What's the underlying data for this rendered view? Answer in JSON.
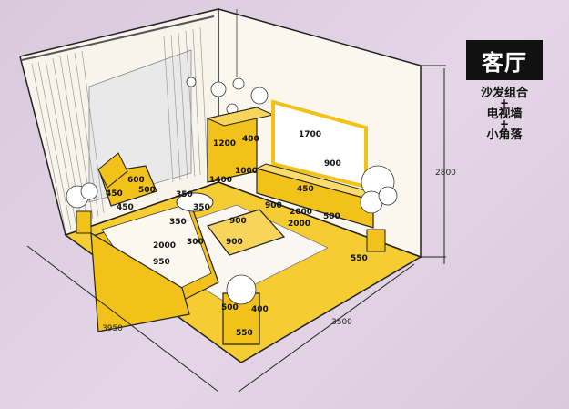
{
  "room": {
    "title": "客厅",
    "subtitle_1": "沙发组合",
    "plus_1": "+",
    "subtitle_2": "电视墙",
    "plus_2": "+",
    "subtitle_3": "小角落"
  },
  "dimensions": {
    "room_height": "2800",
    "room_width": "3500",
    "room_depth": "3950",
    "tv_width": "1700",
    "tv_height": "900",
    "cabinet_a": "1200",
    "cabinet_b": "400",
    "cabinet_c": "1000",
    "tv_console_width": "2000",
    "tv_console_depth": "450",
    "tv_console_height": "500",
    "walkway": "900",
    "coffee_table": "900",
    "sofa_length": "2000",
    "sofa_depth": "950",
    "table_gap": "300",
    "table_spacing": "350",
    "armchair_a": "600",
    "armchair_b": "500",
    "armchair_c": "450",
    "armchair_d": "450",
    "side_table": "550",
    "side_a": "1400",
    "round_table": "350",
    "round_table_2": "350",
    "stool_w": "500",
    "stool_d": "400",
    "stool_h": "550",
    "front_gap": "550",
    "console_gap": "2000"
  },
  "colors": {
    "accent": "#f2c21b",
    "floor": "#f6cc33",
    "wall": "#fbf7ef",
    "outline": "#222222"
  }
}
